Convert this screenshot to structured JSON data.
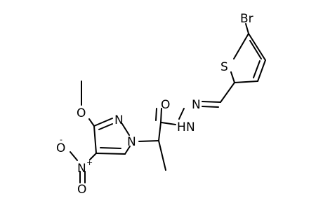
{
  "molecule": {
    "atoms": {
      "br": "Br",
      "s": "S",
      "n_hydrazone_imine": "N",
      "h_hydrazide": "H",
      "n_hydrazide": "N",
      "o_carbonyl": "O",
      "o_methoxy": "O",
      "n_pyrazole_2": "N",
      "n_pyrazole_1": "N",
      "n_nitro": "N",
      "n_nitro_charge": "+",
      "o_nitro_top": "O",
      "o_nitro_top_charge": "-",
      "o_nitro_bottom": "O"
    }
  }
}
